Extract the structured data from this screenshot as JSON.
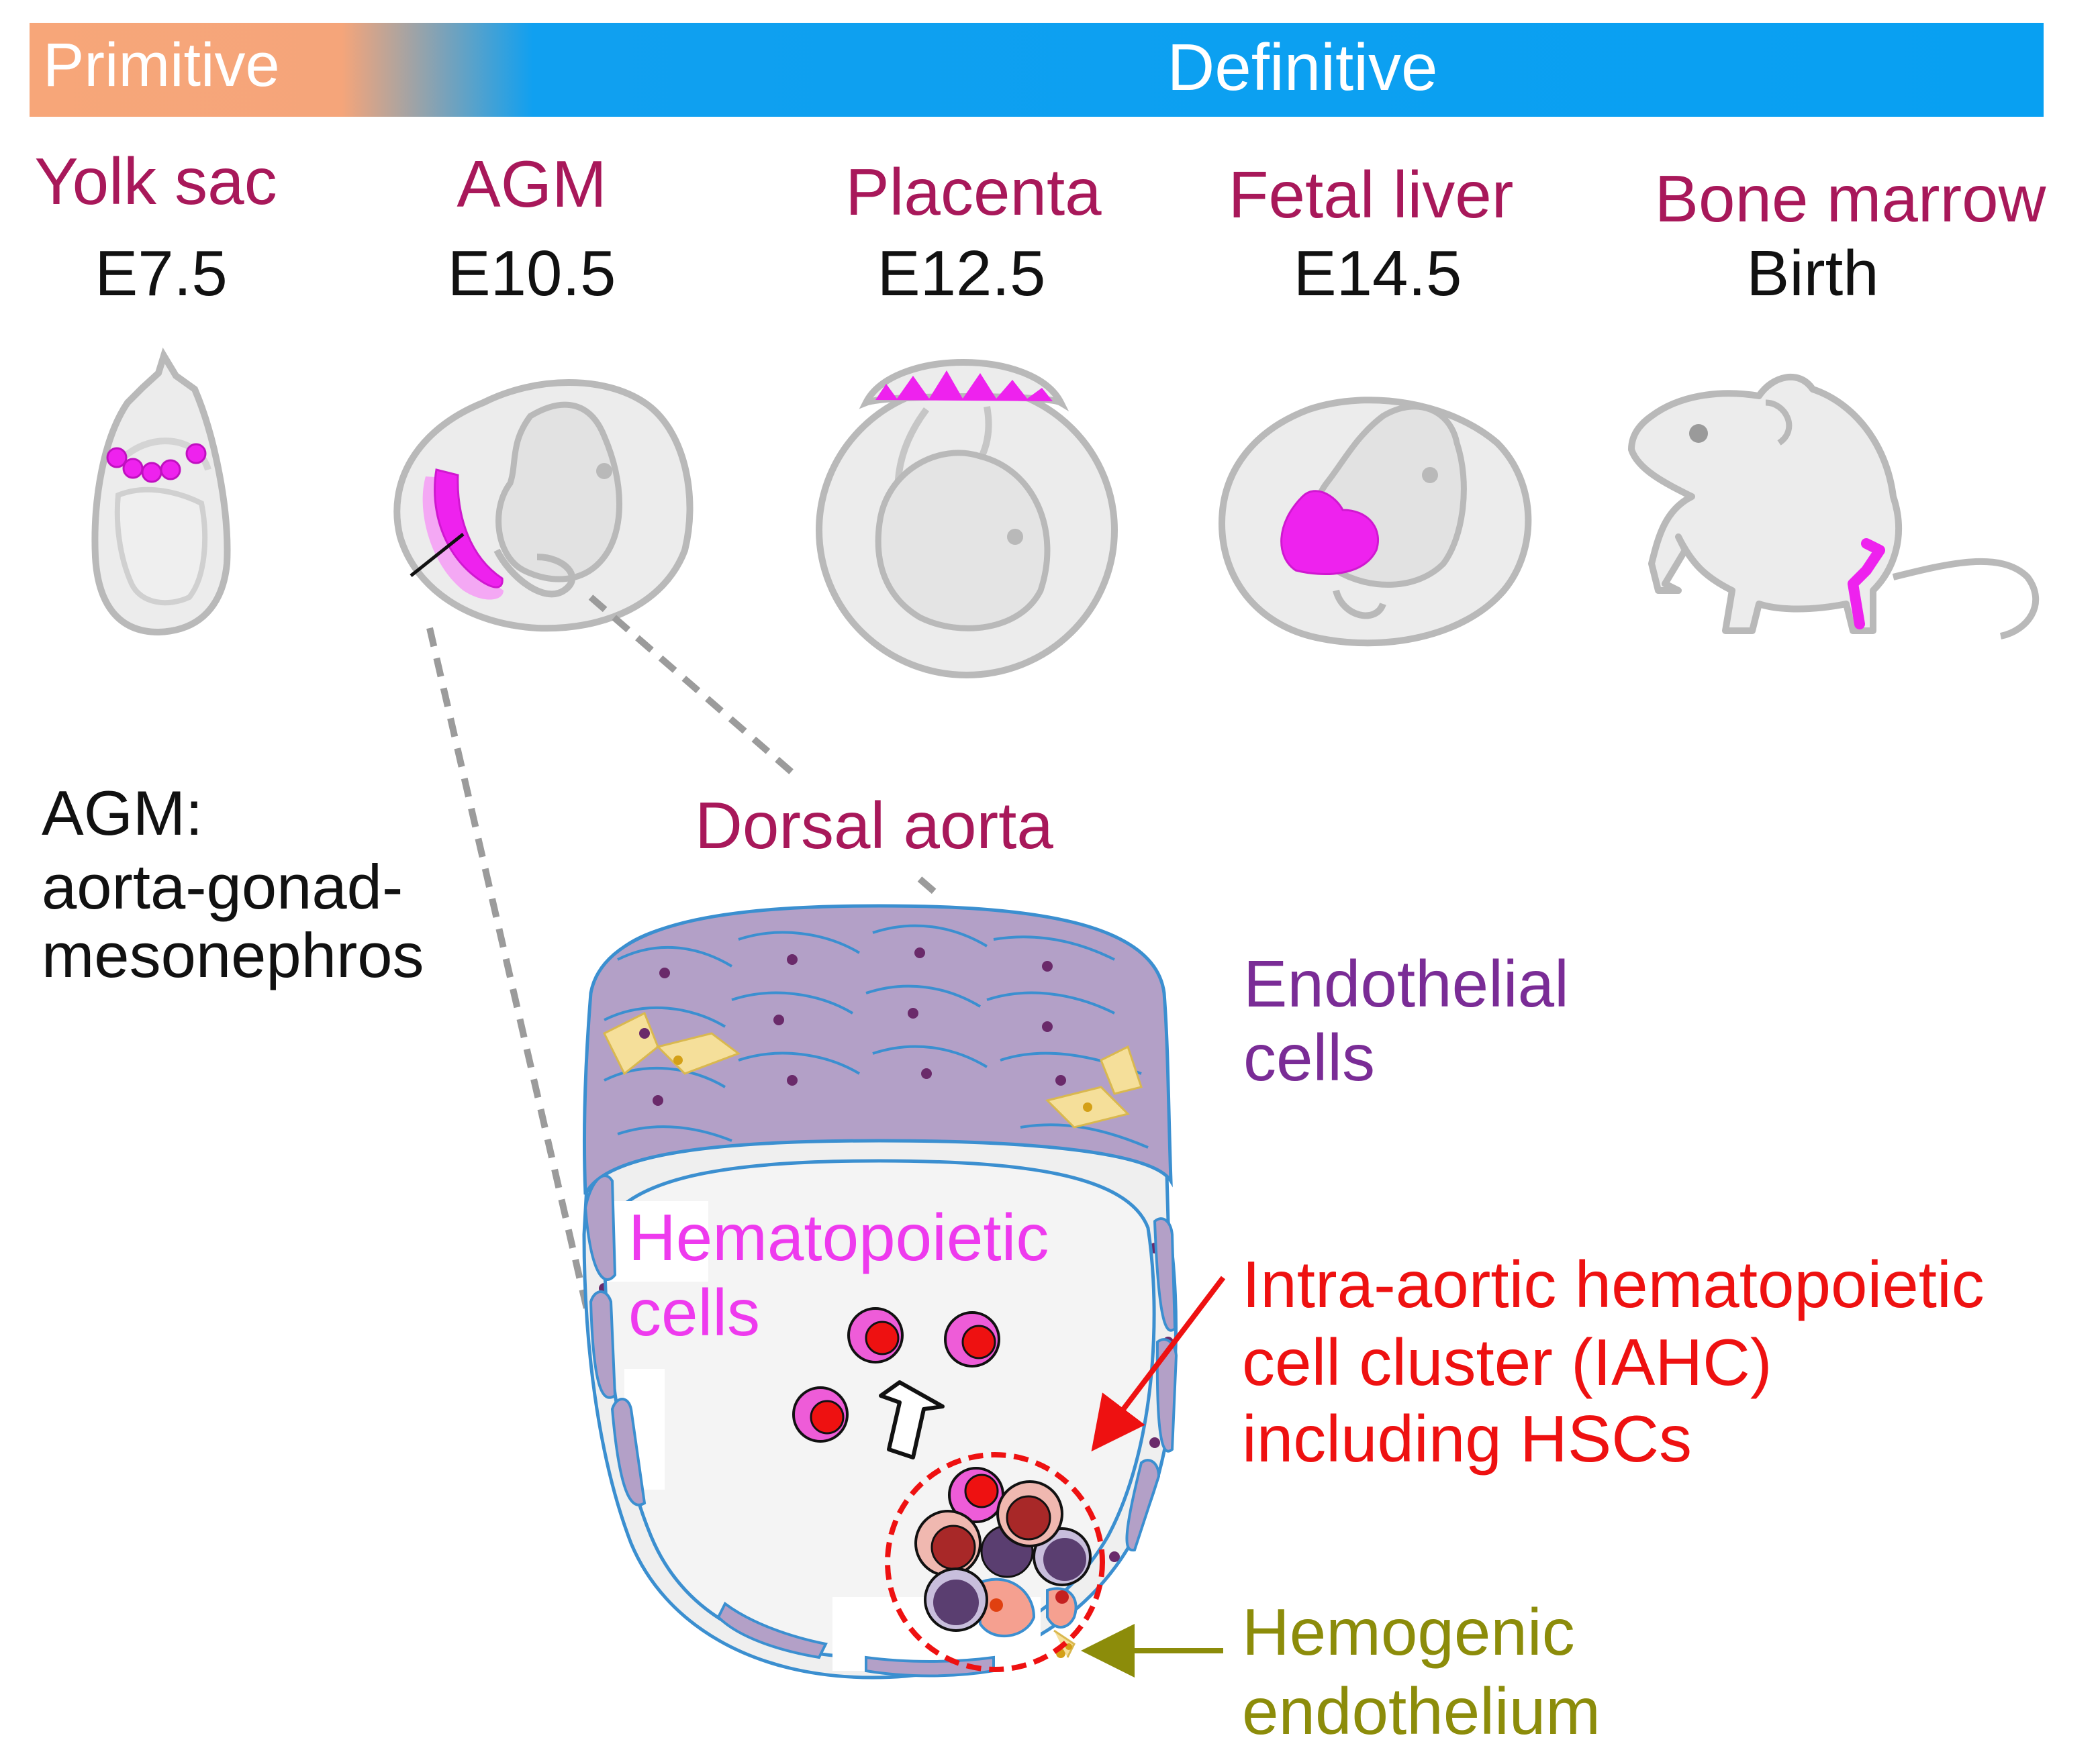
{
  "banner": {
    "primitive_label": "Primitive",
    "definitive_label": "Definitive",
    "colors": {
      "primitive": "#f5a77c",
      "definitive": "#0a9ef0"
    }
  },
  "stages": [
    {
      "site": "Yolk sac",
      "time": "E7.5"
    },
    {
      "site": "AGM",
      "time": "E10.5"
    },
    {
      "site": "Placenta",
      "time": "E12.5"
    },
    {
      "site": "Fetal liver",
      "time": "E14.5"
    },
    {
      "site": "Bone marrow",
      "time": "Birth"
    }
  ],
  "labels": {
    "agm_line1": "AGM:",
    "agm_line2": "aorta-gonad-",
    "agm_line3": "mesonephros",
    "dorsal_aorta": "Dorsal aorta",
    "endothelial_line1": "Endothelial",
    "endothelial_line2": "cells",
    "hematopoietic_line1": "Hematopoietic",
    "hematopoietic_line2": "cells",
    "iahc_line1": "Intra-aortic hematopoietic",
    "iahc_line2": "cell cluster (IAHC)",
    "iahc_line3": "including HSCs",
    "hemogenic_line1": "Hemogenic",
    "hemogenic_line2": "endothelium"
  },
  "colors": {
    "site_text": "#a8185a",
    "endothelial_text": "#7a2c96",
    "hematopoietic_text": "#ee3aee",
    "iahc_text": "#ee1111",
    "hemogenic_text": "#8c8c0a",
    "highlight": "#ee22ee",
    "embryo_fill": "#ececec",
    "embryo_stroke": "#b9b9b9"
  }
}
